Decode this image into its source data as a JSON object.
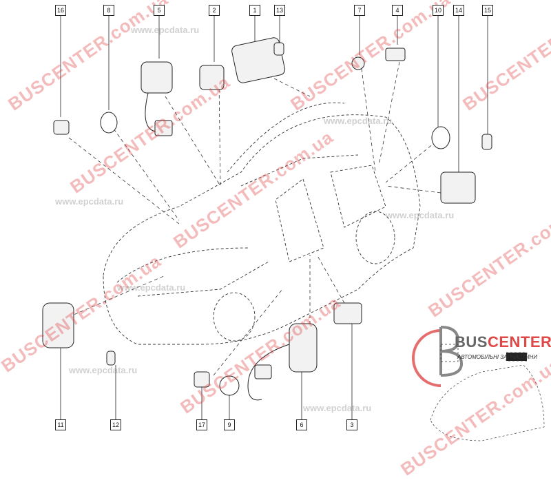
{
  "diagram": {
    "callouts_top": [
      "16",
      "8",
      "5",
      "2",
      "1",
      "13",
      "7",
      "4",
      "10",
      "14",
      "15"
    ],
    "callouts_bottom": [
      "11",
      "12",
      "17",
      "9",
      "6",
      "3"
    ]
  },
  "watermarks": {
    "brand": "BUSCENTER.com.ua",
    "site": "www.epcdata.ru"
  },
  "logo": {
    "title_prefix": "BUS",
    "title_suffix": "CENTER",
    "subtitle": "АВТОМОБІЛЬНІ ЗАПЧАСТИНИ"
  }
}
